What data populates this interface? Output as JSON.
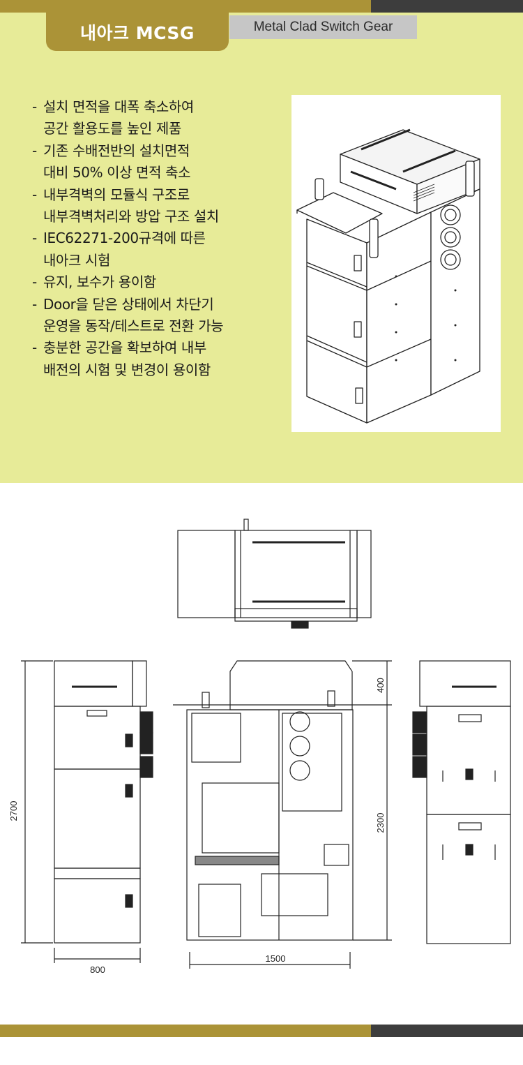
{
  "header": {
    "title": "내아크 MCSG",
    "subtitle": "Metal Clad Switch Gear"
  },
  "features": [
    {
      "lines": [
        "설치 면적을 대폭 축소하여",
        "공간 활용도를 높인 제품"
      ]
    },
    {
      "lines": [
        "기존 수배전반의 설치면적",
        "대비 50% 이상 면적 축소"
      ]
    },
    {
      "lines": [
        "내부격벽의 모듈식 구조로",
        "내부격벽처리와 방압 구조 설치"
      ]
    },
    {
      "lines": [
        "IEC62271-200규격에 따른",
        "내아크 시험"
      ]
    },
    {
      "lines": [
        "유지, 보수가 용이함"
      ]
    },
    {
      "lines": [
        "Door을 닫은 상태에서 차단기",
        "운영을 동작/테스트로 전환 가능"
      ]
    },
    {
      "lines": [
        "충분한 공간을 확보하여 내부",
        "배전의 시험 및 변경이 용이함"
      ]
    }
  ],
  "dimensions": {
    "height_total": "2700",
    "width_front": "800",
    "depth": "1500",
    "top_section": "400",
    "main_height": "2300"
  },
  "colors": {
    "gold": "#ab9337",
    "dark": "#3d3d3d",
    "hero_bg": "#e7eb98",
    "subtitle_bg": "#c6c6c6"
  }
}
